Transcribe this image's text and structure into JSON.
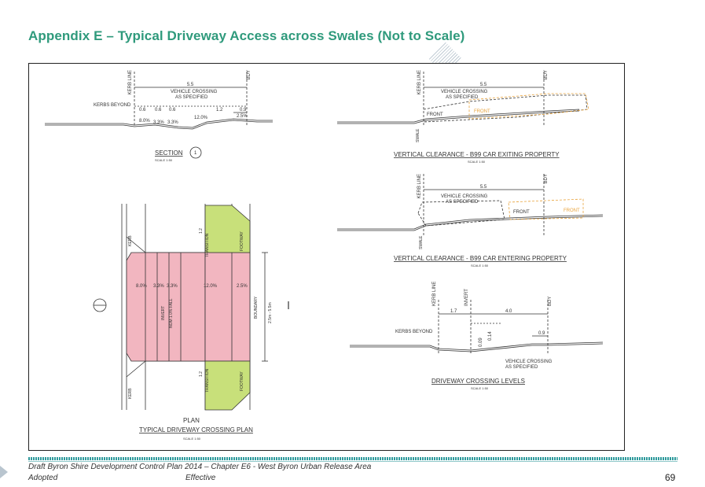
{
  "header": {
    "title": "Appendix E – Typical Driveway Access across Swales (Not to Scale)"
  },
  "drawing": {
    "section": {
      "kerb_line": "KERB LINE",
      "bdy": "BDY",
      "dim_total": "5.5",
      "vehicle_crossing": "VEHICLE CROSSING",
      "as_specified": "AS SPECIFIED",
      "kerb_beyond": "KERBS BEYOND",
      "dims": [
        "0.6",
        "0.6",
        "0.6",
        "1.2",
        "0.9"
      ],
      "grades": [
        "8.0%",
        "3.3%",
        "3.3%",
        "12.0%",
        "2.5%"
      ],
      "label": "SECTION",
      "ref": "1",
      "scale": "SCALE 1:50"
    },
    "exiting": {
      "kerb_line": "KERB LINE",
      "bdy": "BDY",
      "dim": "5.5",
      "vehicle_crossing": "VEHICLE CROSSING",
      "as_specified": "AS SPECIFIED",
      "front1": "FRONT",
      "front2": "FRONT",
      "swale": "SWALE",
      "title": "VERTICAL CLEARANCE - B99 CAR EXITING PROPERTY",
      "scale": "SCALE 1:50"
    },
    "entering": {
      "kerb_line": "KERB LINE",
      "bdy": "BDY",
      "dim": "5.5",
      "vehicle_crossing": "VEHICLE CROSSING",
      "as_specified": "AS SPECIFIED",
      "front1": "FRONT",
      "front2": "FRONT",
      "swale": "SWALE",
      "title": "VERTICAL CLEARANCE - B99 CAR ENTERING PROPERTY",
      "scale": "SCALE 1:50"
    },
    "levels": {
      "kerb_line": "KERB LINE",
      "invert": "INVERT",
      "bdy": "BDY",
      "dim1": "1.7",
      "dim2": "4.0",
      "dim3": "0.9",
      "h1": "0.09",
      "h2": "0.14",
      "kerb_beyond": "KERBS BEYOND",
      "vehicle_crossing": "VEHICLE CROSSING",
      "as_specified": "AS SPECIFIED",
      "title": "DRIVEWAY CROSSING LEVELS",
      "scale": "SCALE 1:50"
    },
    "plan": {
      "kerb_top": "KERB",
      "kerb_bottom": "KERB",
      "transition_top": "TRANSITION",
      "transition_bottom": "TRANSITION",
      "footway_top": "FOOTWAY",
      "footway_bottom": "FOOTWAY",
      "dim_top": "1.2",
      "dim_bottom": "1.2",
      "grades": [
        "8.0%",
        "3.3%",
        "3.3%",
        "12.0%",
        "2.5%"
      ],
      "invert": "INVERT",
      "nom_fall": "NOM 1.0% FALL",
      "boundary": "BOUNDARY",
      "width": "2.5m - 5.5m",
      "label": "PLAN",
      "title": "TYPICAL DRIVEWAY CROSSING PLAN",
      "scale": "SCALE 1:50"
    }
  },
  "footer": {
    "document": "Draft Byron Shire Development Control Plan 2014 – Chapter E6 - West Byron Urban Release Area",
    "adopted": "Adopted",
    "effective": "Effective",
    "page": "69"
  },
  "colors": {
    "title": "#2f9a7c",
    "driveway": "#f2b6c0",
    "footway": "#c8e07a",
    "car_outline": "#e8a23a"
  }
}
